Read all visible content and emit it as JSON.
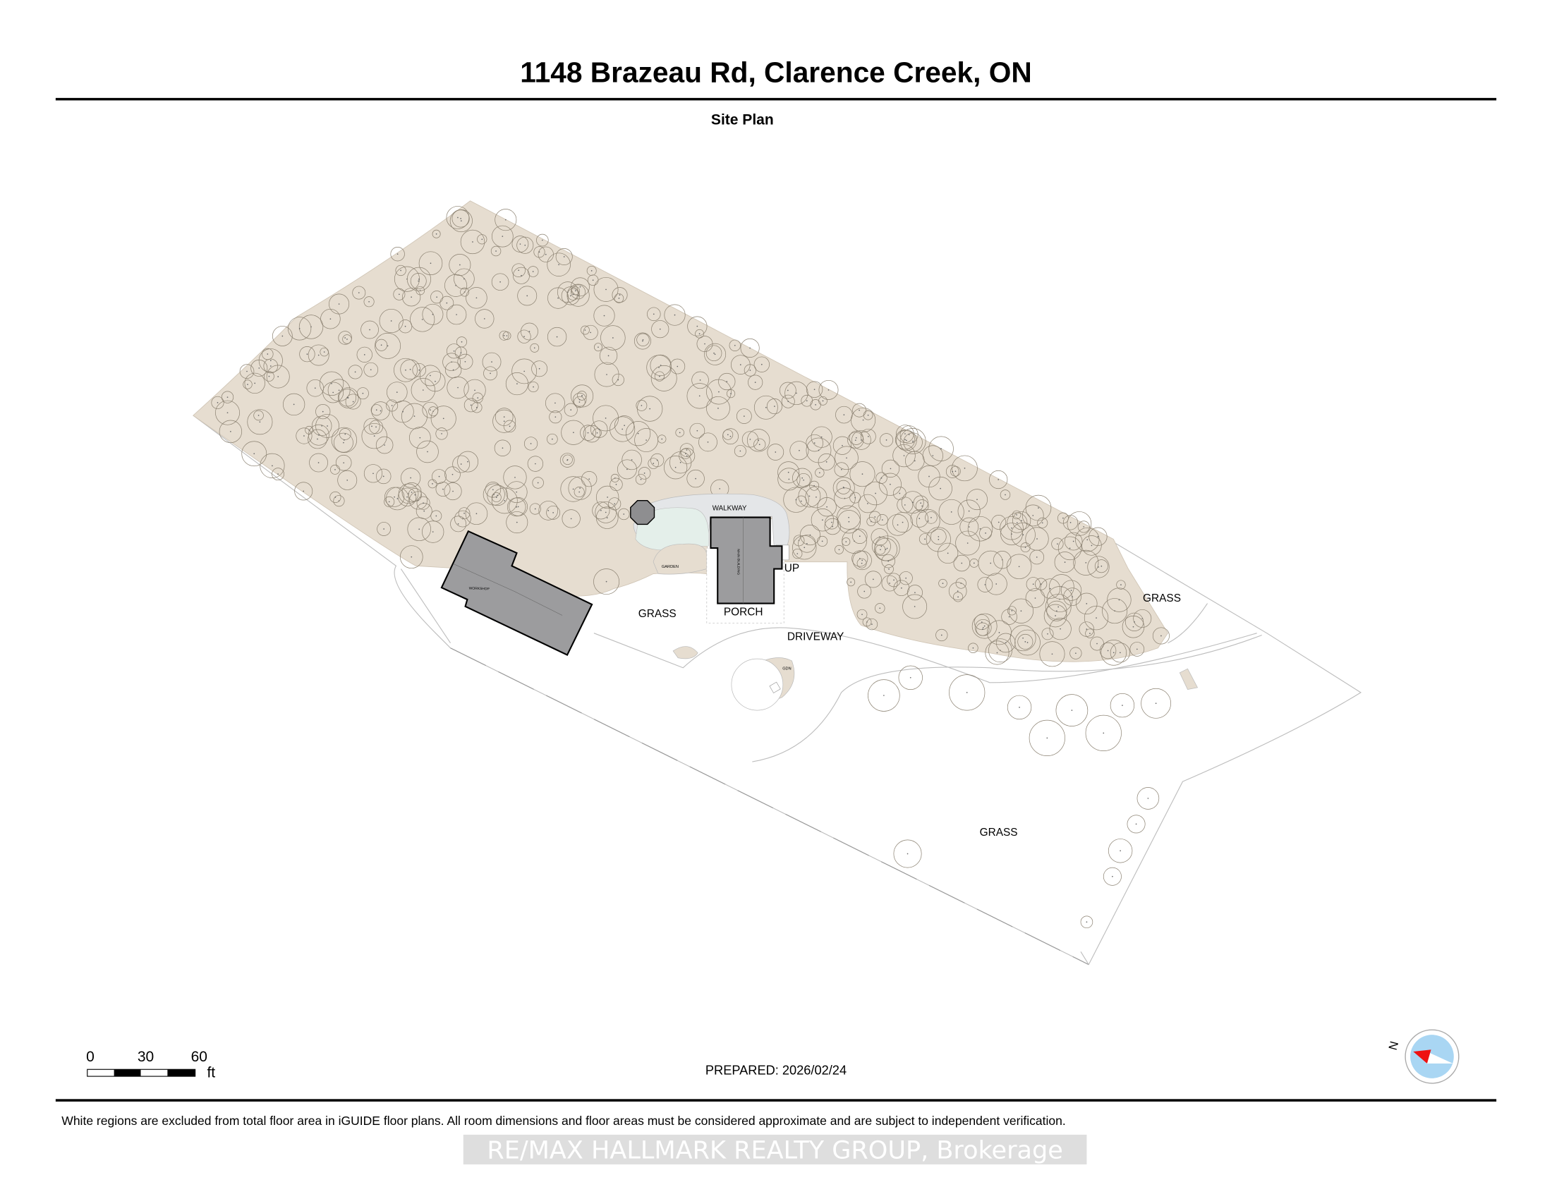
{
  "header": {
    "title": "1148 Brazeau Rd, Clarence Creek, ON",
    "subtitle": "Site Plan"
  },
  "plan": {
    "labels": {
      "walkway": "WALKWAY",
      "grass_left": "GRASS",
      "porch": "PORCH",
      "up": "UP",
      "driveway": "DRIVEWAY",
      "grass_right": "GRASS",
      "grass_bottom": "GRASS",
      "garden": "GARDEN",
      "garden_small": "GDN",
      "workshop": "WORKSHOP",
      "main_building": "MAIN BUILDING"
    },
    "colors": {
      "wooded": "#e6ddd0",
      "building": "#9c9c9e",
      "walkway": "#e4e6e8",
      "lawn_patch": "#e4efea"
    }
  },
  "scale_bar": {
    "ticks": [
      "0",
      "30",
      "60"
    ],
    "unit": "ft"
  },
  "compass": {
    "north_label": "N",
    "colors": {
      "ring": "#a9d6f3",
      "needle": "#ee1111"
    }
  },
  "footer": {
    "prepared": "PREPARED: 2026/02/24",
    "disclaimer": "White regions are excluded from total floor area in iGUIDE floor plans. All room dimensions and floor areas must be considered approximate and are subject to independent verification.",
    "watermark": "RE/MAX HALLMARK REALTY GROUP, Brokerage"
  }
}
